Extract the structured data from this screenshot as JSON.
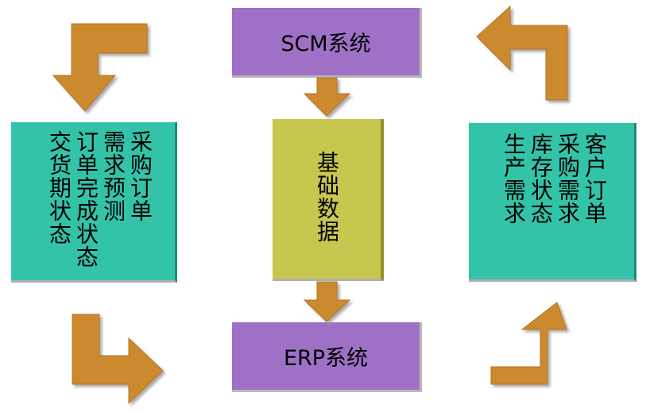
{
  "nodes": {
    "scm": {
      "label": "SCM系统",
      "color": "#9e71c6"
    },
    "base": {
      "label": "基础数据",
      "color": "#c7c750"
    },
    "erp": {
      "label": "ERP系统",
      "color": "#9e71c6"
    },
    "left": {
      "color": "#33c3a9",
      "columns": [
        "采购订单",
        "需求预测",
        "订单完成状态",
        "交货期状态"
      ]
    },
    "right": {
      "color": "#33c3a9",
      "columns": [
        "客户订单",
        "采购需求",
        "库存状态",
        "生产需求"
      ]
    }
  },
  "arrow_color": "#cc8a2e"
}
